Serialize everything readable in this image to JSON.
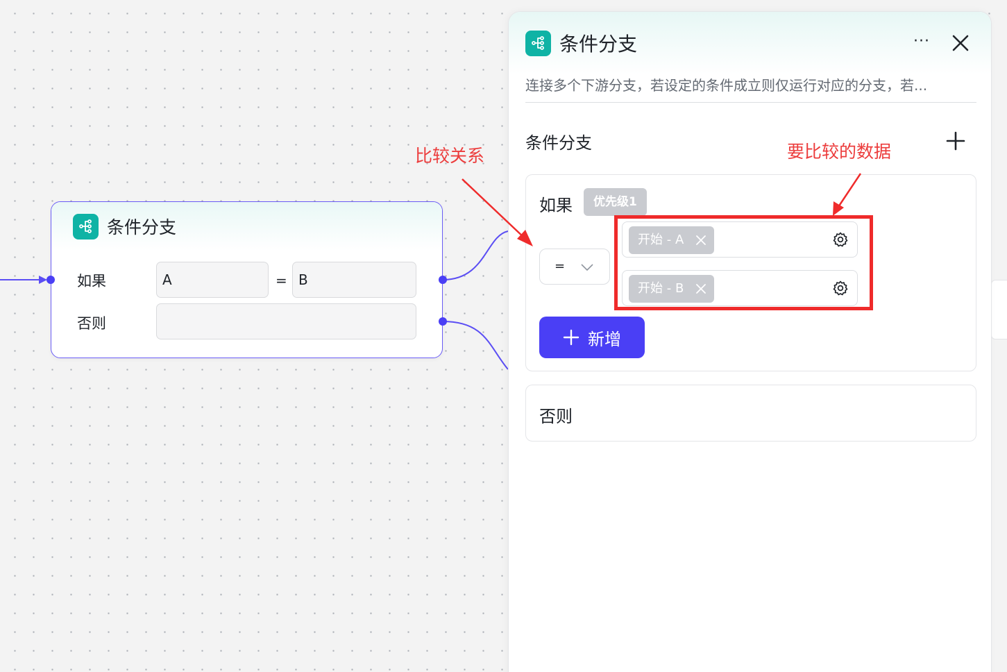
{
  "canvas_node": {
    "title": "条件分支",
    "if_label": "如果",
    "if_left_value": "A",
    "if_operator": "=",
    "if_right_value": "B",
    "else_label": "否则",
    "else_value": ""
  },
  "panel": {
    "title": "条件分支",
    "more_label": "···",
    "description": "连接多个下游分支，若设定的条件成立则仅运行对应的分支，若...",
    "section_title": "条件分支",
    "if_card": {
      "label": "如果",
      "priority_badge": "优先级1",
      "operator": "=",
      "var_tags": [
        "开始 - A",
        "开始 - B"
      ],
      "new_button_label": "新增"
    },
    "else_card": {
      "label": "否则"
    }
  },
  "annotations": {
    "compare_relation": "比较关系",
    "compare_data": "要比较的数据",
    "color": "#ec3c3c"
  },
  "colors": {
    "accent": "#4a3ff5",
    "node_border": "#6a5cf6",
    "app_icon": "#0fb3a5",
    "tag_bg": "#c9cbd0"
  },
  "icons": [
    "branch-icon",
    "more-icon",
    "close-icon",
    "plus-icon",
    "chevron-down-icon",
    "gear-icon"
  ]
}
